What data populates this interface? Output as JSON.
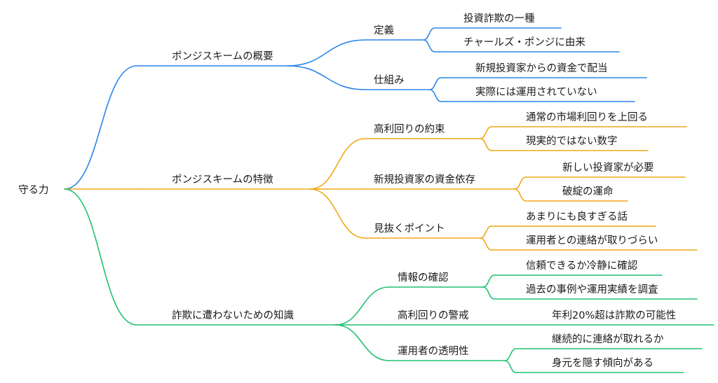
{
  "colors": {
    "blue": "#2b86e8",
    "orange": "#f0a818",
    "green": "#22c172"
  },
  "root": {
    "label": "守る力"
  },
  "branches": [
    {
      "label": "ポンジスキームの概要",
      "color": "blue",
      "children": [
        {
          "label": "定義",
          "children": [
            {
              "label": "投資詐欺の一種"
            },
            {
              "label": "チャールズ・ポンジに由来"
            }
          ]
        },
        {
          "label": "仕組み",
          "children": [
            {
              "label": "新規投資家からの資金で配当"
            },
            {
              "label": "実際には運用されていない"
            }
          ]
        }
      ]
    },
    {
      "label": "ポンジスキームの特徴",
      "color": "orange",
      "children": [
        {
          "label": "高利回りの約束",
          "children": [
            {
              "label": "通常の市場利回りを上回る"
            },
            {
              "label": "現実的ではない数字"
            }
          ]
        },
        {
          "label": "新規投資家の資金依存",
          "children": [
            {
              "label": "新しい投資家が必要"
            },
            {
              "label": "破綻の運命"
            }
          ]
        },
        {
          "label": "見抜くポイント",
          "children": [
            {
              "label": "あまりにも良すぎる話"
            },
            {
              "label": "運用者との連絡が取りづらい"
            }
          ]
        }
      ]
    },
    {
      "label": "詐欺に遭わないための知識",
      "color": "green",
      "children": [
        {
          "label": "情報の確認",
          "children": [
            {
              "label": "信頼できるか冷静に確認"
            },
            {
              "label": "過去の事例や運用実績を調査"
            }
          ]
        },
        {
          "label": "高利回りの警戒",
          "children": [
            {
              "label": "年利20%超は詐欺の可能性"
            }
          ]
        },
        {
          "label": "運用者の透明性",
          "children": [
            {
              "label": "継続的に連絡が取れるか"
            },
            {
              "label": "身元を隠す傾向がある"
            }
          ]
        }
      ]
    }
  ]
}
